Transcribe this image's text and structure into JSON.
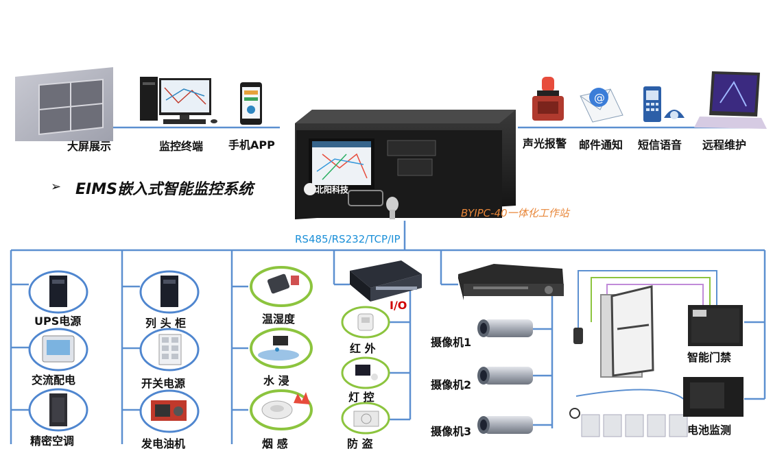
{
  "title": "EIMS嵌入式智能监控系统",
  "device_label": "BYIPC-40一体化工作站",
  "protocol_label": "RS485/RS232/TCP/IP",
  "logo_text": "北阳科技",
  "top_outputs": {
    "big_screen": "大屏展示",
    "monitor_terminal": "监控终端",
    "mobile_app": "手机APP",
    "alarm": "声光报警",
    "email": "邮件通知",
    "sms_voice": "短信语音",
    "remote_maint": "远程维护"
  },
  "power_column": [
    "UPS电源",
    "交流配电",
    "精密空调"
  ],
  "cabinet_column": [
    "列 头 柜",
    "开关电源",
    "发电油机"
  ],
  "env_column": [
    "温湿度",
    "水 浸",
    "烟 感"
  ],
  "io_label": "I/O",
  "io_column": [
    "红 外",
    "灯 控",
    "防 盗"
  ],
  "cameras": [
    "摄像机1",
    "摄像机2",
    "摄像机3"
  ],
  "access_control": "智能门禁",
  "battery": "电池监测",
  "colors": {
    "line": "#5b8fd0",
    "circle_blue": "#4f86cf",
    "circle_green": "#8cc43e",
    "protocol": "#1a8fd8",
    "device": "#e8873a",
    "io": "#d00000"
  }
}
